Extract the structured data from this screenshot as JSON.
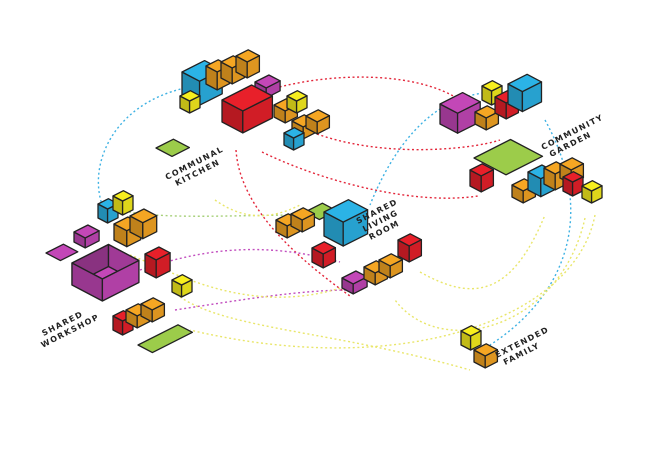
{
  "clusters": [
    {
      "id": "kitchen",
      "label_lines": [
        "COMMUNAL",
        "KITCHEN"
      ]
    },
    {
      "id": "garden",
      "label_lines": [
        "COMMUNITY",
        "GARDEN"
      ]
    },
    {
      "id": "living",
      "label_lines": [
        "SHARED",
        "LIVING",
        "ROOM"
      ]
    },
    {
      "id": "workshop",
      "label_lines": [
        "SHARED",
        "WORKSHOP"
      ]
    },
    {
      "id": "family",
      "label_lines": [
        "EXTENDED",
        "FAMILY"
      ]
    }
  ],
  "colors": {
    "yellow": "#f7ee1e",
    "orange": "#f5a623",
    "red": "#e8202a",
    "blue": "#2bb3e6",
    "magenta": "#c347b7",
    "green": "#9ccc4a",
    "outline": "#222222"
  },
  "connection_colors": {
    "blue": "#3fb2e3",
    "red": "#e3263a",
    "yellow": "#e9e66a",
    "magenta": "#c24fbf",
    "green": "#a7d07a"
  }
}
